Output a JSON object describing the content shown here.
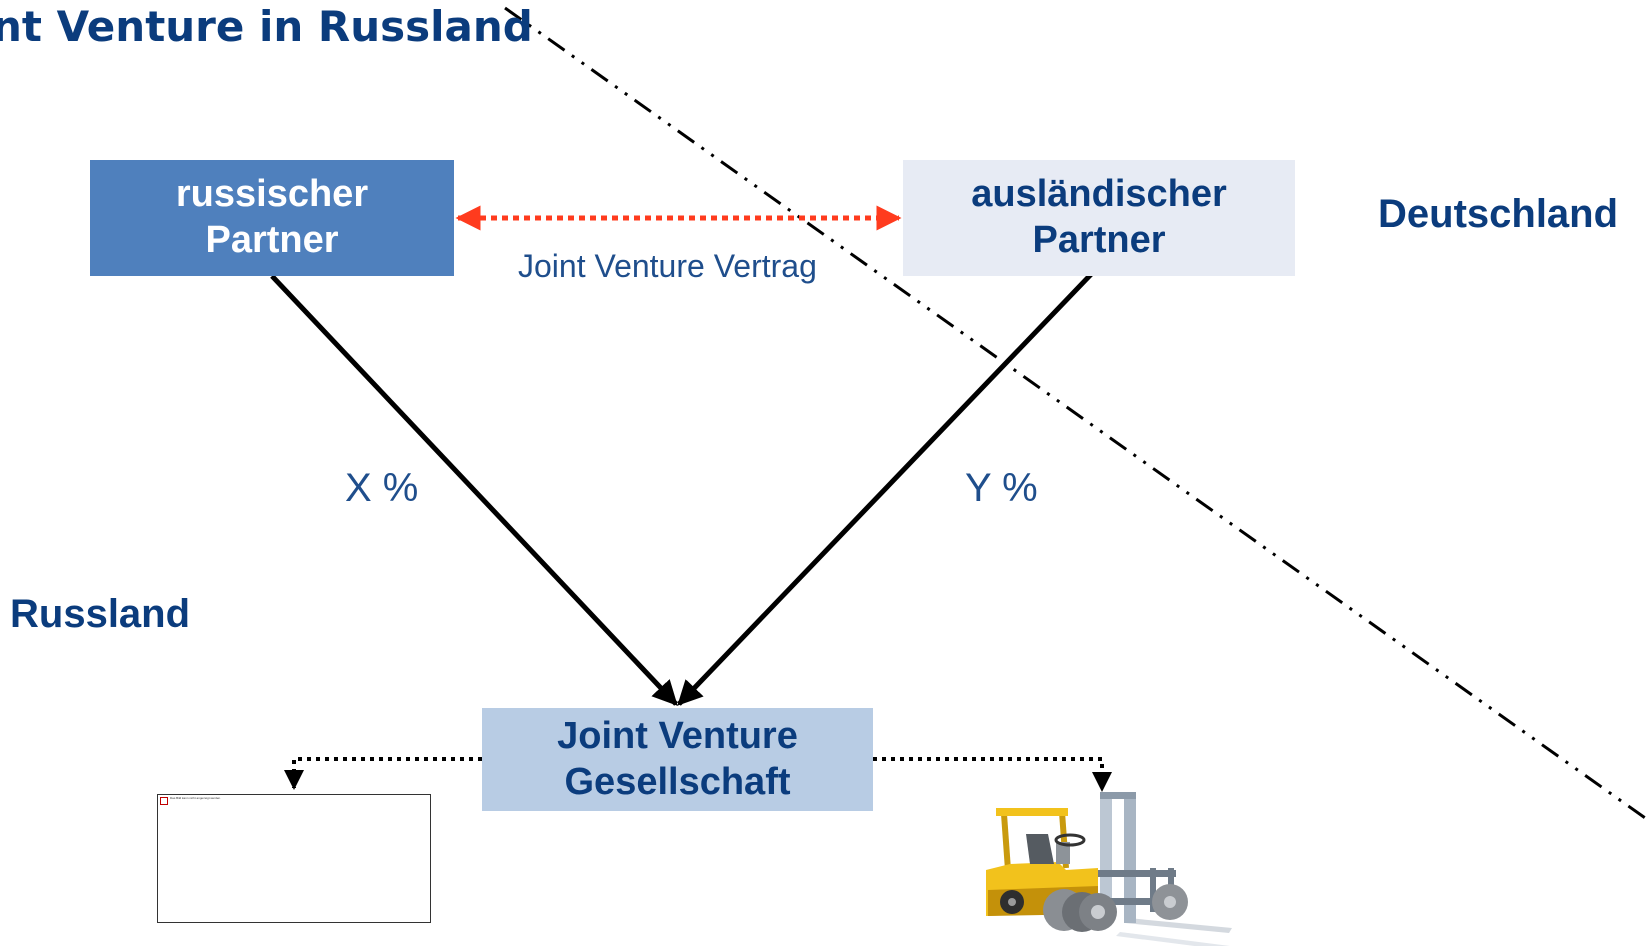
{
  "title": "nt Venture in Russland",
  "countries": {
    "germany": "Deutschland",
    "russia": "Russland"
  },
  "boxes": {
    "russian_partner": {
      "line1": "russischer",
      "line2": "Partner"
    },
    "foreign_partner": {
      "line1": "ausländischer",
      "line2": "Partner"
    },
    "joint_venture": {
      "line1": "Joint Venture",
      "line2": "Gesellschaft"
    }
  },
  "labels": {
    "contract": "Joint Venture Vertrag",
    "share_russian": "X %",
    "share_foreign": "Y %"
  },
  "placeholder_text": "Das Bild kann nicht angezeigt werden.",
  "colors": {
    "dark_blue": "#0b3c7d",
    "medium_blue": "#4f80bd",
    "light_blue": "#b8cce4",
    "pale_blue": "#e7ebf4",
    "contract_red": "#ff3b1e"
  },
  "icons": {
    "forklift": "forklift-icon",
    "broken_image": "broken-image-icon"
  }
}
